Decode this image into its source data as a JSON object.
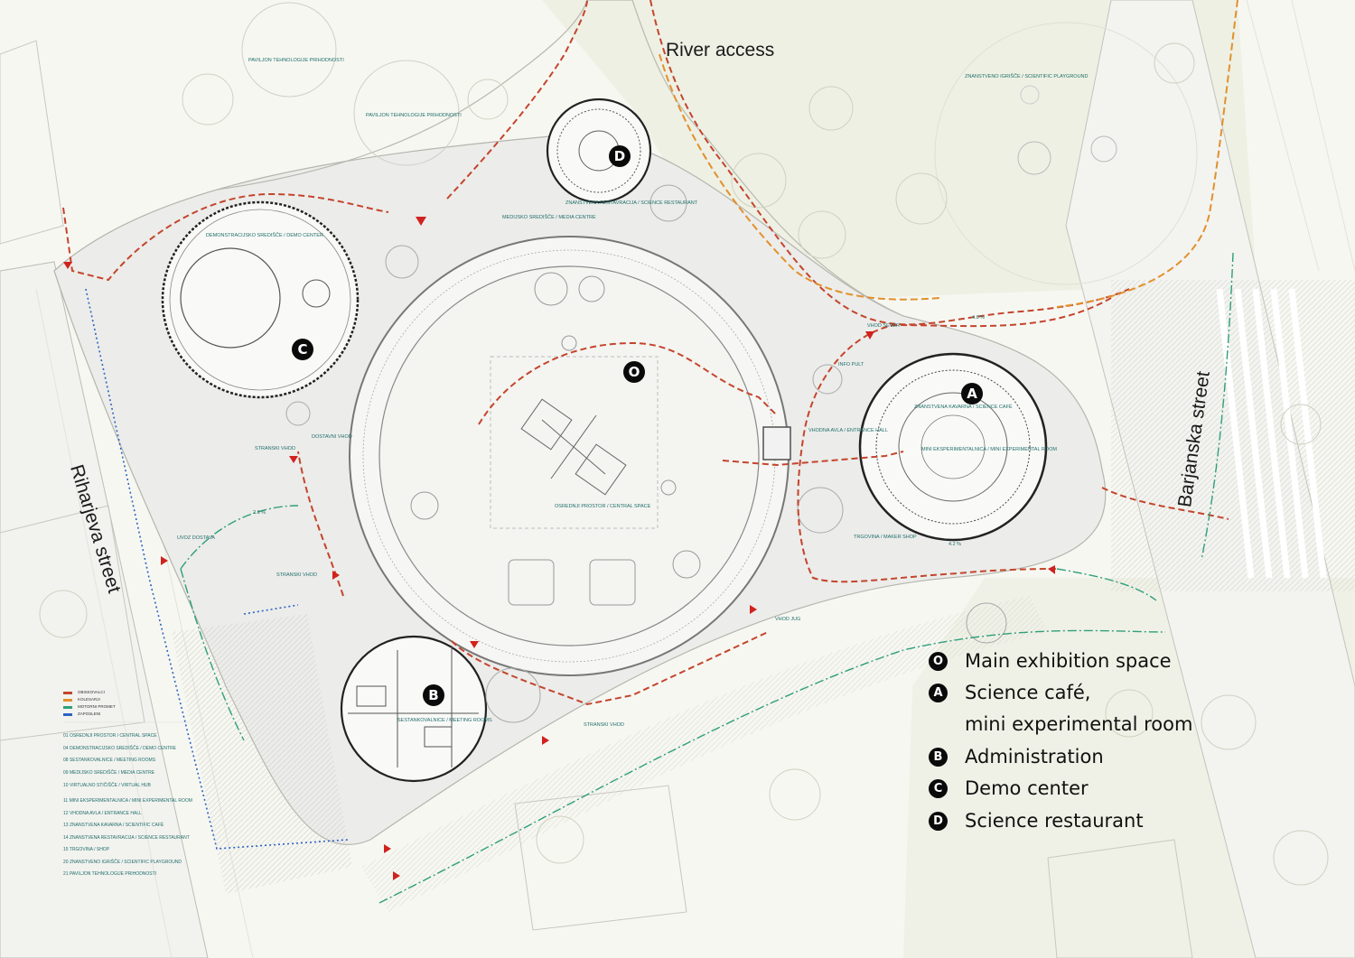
{
  "labels": {
    "river_access": "River access",
    "rihar_street": "Riharjeva street",
    "barjanska_street": "Barjanska street"
  },
  "markers": {
    "O": "O",
    "A": "A",
    "B": "B",
    "C": "C",
    "D": "D"
  },
  "legend": [
    {
      "key": "O",
      "text": "Main exhibition space"
    },
    {
      "key": "A",
      "text": "Science café,"
    },
    {
      "key": "B",
      "text": "Administration"
    },
    {
      "key": "C",
      "text": "Demo center"
    },
    {
      "key": "D",
      "text": "Science restaurant"
    }
  ],
  "legend_continuation": "mini experimental room",
  "room_labels": {
    "central_space": "OSREDNJI PROSTOR / CENTRAL SPACE",
    "demo_center": "DEMONSTRACIJSKO SREDIŠČE / DEMO CENTER",
    "media_centre": "MEDIJSKO SREDIŠČE / MEDIA CENTRE",
    "science_restaurant": "ZNANSTVENA RESTAVRACIJA / SCIENCE RESTAURANT",
    "entrance_hall": "VHODNA AVLA / ENTRANCE HALL",
    "science_cafe": "ZNANSTVENA KAVARNA / SCIENCE CAFÉ",
    "mini_exp_room": "MINI EKSPERIMENTALNICA / MINI EXPERIMENTAL ROOM",
    "maker_shop": "TRGOVINA / MAKER SHOP",
    "meeting_rooms": "SESTANKOVALNICE / MEETING ROOMS",
    "pavilion_21a": "PAVILJON TEHNOLOGIJE PRIHODNOSTI",
    "pavilion_21b": "PAVILJON TEHNOLOGIJE PRIHODNOSTI",
    "scientific_playground": "ZNANSTVENO IGRIŠČE / SCIENTIFIC PLAYGROUND",
    "vhod_sever": "VHOD SEVER",
    "vhod_jug": "VHOD JUG",
    "stranski_vhod_1": "STRANSKI VHOD",
    "stranski_vhod_2": "STRANSKI VHOD",
    "stranski_vhod_3": "STRANSKI VHOD",
    "dostavni_vhod": "DOSTAVNI VHOD",
    "uvoz_dostava": "UVOZ DOSTAVA",
    "info_pult": "INFO PULT",
    "slope_1": "2.8 %",
    "slope_2": "4.8 %",
    "slope_3": "4.2 %"
  },
  "small_legend_colors": {
    "pedestrian": "#c4452c",
    "cyclists": "#e2902b",
    "motor": "#2e9f7a",
    "service": "#2c63c4"
  },
  "small_legend": [
    "OBISKOVALCI",
    "KOLESARJI",
    "MOTORNI PROMET",
    "ZAPOSLENI"
  ],
  "room_key": [
    "01   OSREDNJI PROSTOR / CENTRAL SPACE",
    "04   DEMONSTRACIJSKO SREDIŠČE / DEMO CENTRE",
    "08   SESTANKOVALNICE / MEETING ROOMS",
    "09   MEDIJSKO SREDIŠČE / MEDIA CENTRE",
    "10   VIRTUALNO STIČIŠČE / VIRTUAL HUB",
    "11   MINI EKSPERIMENTALNICA / MINI EXPERIMENTAL ROOM",
    "12   VHODNA AVLA / ENTRANCE HALL",
    "13   ZNANSTVENA KAVARNA / SCIENTIFIC CAFÉ",
    "14   ZNANSTVENA RESTAVRACIJA / SCIENCE RESTAURANT",
    "15   TRGOVINA / SHOP",
    "20   ZNANSTVENO IGRIŠČE / SCIENTIFIC PLAYGROUND",
    "21   PAVILJON TEHNOLOGIJE PRIHODNOSTI"
  ]
}
